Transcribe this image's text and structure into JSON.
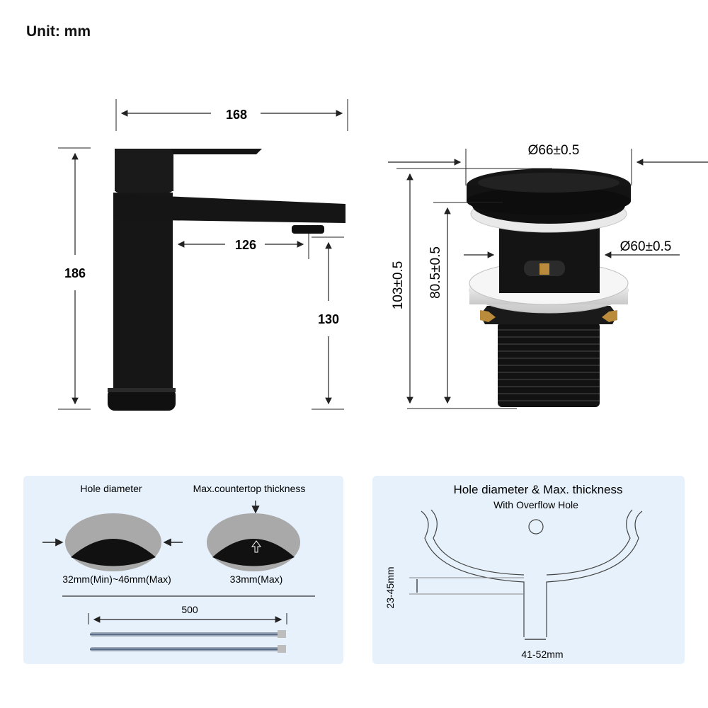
{
  "unit_label": "Unit: mm",
  "faucet": {
    "width": "168",
    "height": "186",
    "spout_reach": "126",
    "spout_height": "130"
  },
  "drain": {
    "cap_diameter": "Ø66±0.5",
    "body_diameter": "Ø60±0.5",
    "total_height": "103±0.5",
    "body_height": "80.5±0.5"
  },
  "installation_left": {
    "hole_diameter_title": "Hole diameter",
    "hole_diameter_value": "32mm(Min)~46mm(Max)",
    "thickness_title": "Max.countertop thickness",
    "thickness_value": "33mm(Max)",
    "hose_length": "500"
  },
  "installation_right": {
    "title": "Hole diameter & Max. thickness",
    "subtitle": "With Overflow Hole",
    "thickness_range": "23-45mm",
    "hole_range": "41-52mm"
  }
}
